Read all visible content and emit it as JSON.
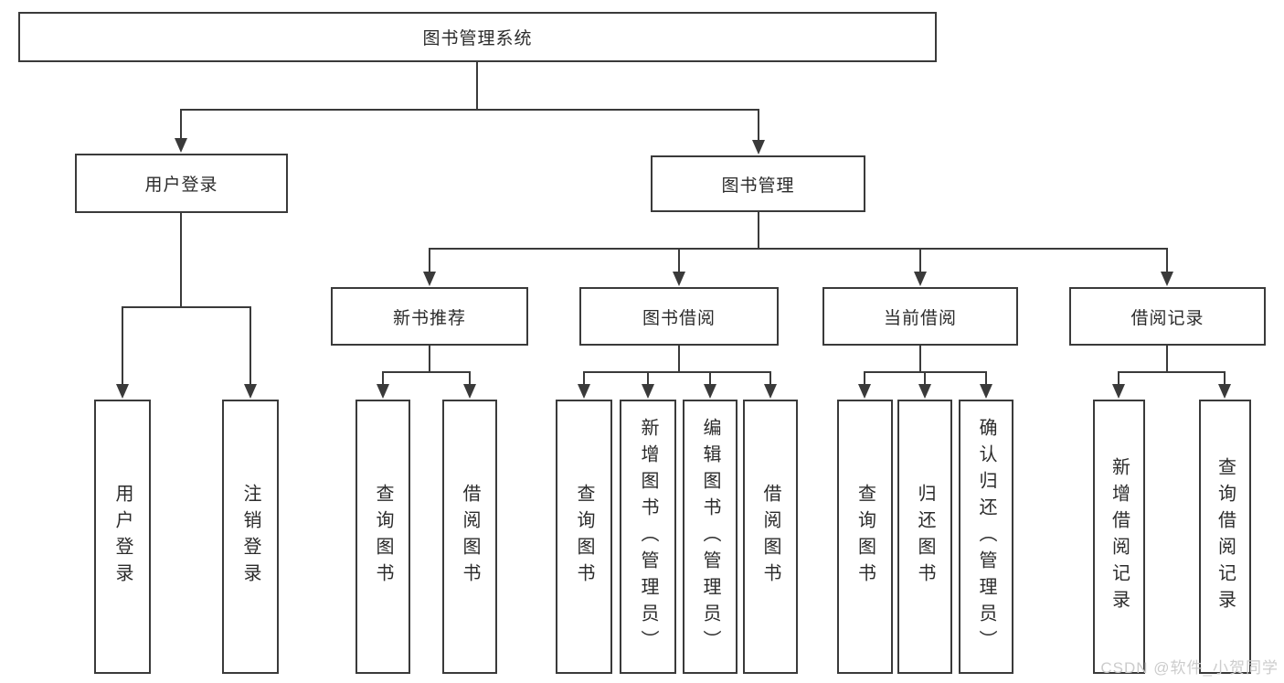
{
  "nodes": {
    "root": "图书管理系统",
    "user_login": "用户登录",
    "book_mgmt": "图书管理",
    "sections": {
      "new_books": "新书推荐",
      "book_borrow": "图书借阅",
      "current_borrow": "当前借阅",
      "borrow_records": "借阅记录"
    },
    "leaves": {
      "user_login": [
        "用户登录",
        "注销登录"
      ],
      "new_books": [
        "查询图书",
        "借阅图书"
      ],
      "book_borrow": [
        "查询图书",
        "新增图书（管理员）",
        "编辑图书（管理员）",
        "借阅图书"
      ],
      "current_borrow": [
        "查询图书",
        "归还图书",
        "确认归还（管理员）"
      ],
      "borrow_records": [
        "新增借阅记录",
        "查询借阅记录"
      ]
    }
  },
  "watermark": "CSDN @软件_小贺同学",
  "colors": {
    "line": "#3a3a3a",
    "text": "#2b2b2b",
    "background": "#ffffff",
    "watermark": "#cccccc"
  }
}
